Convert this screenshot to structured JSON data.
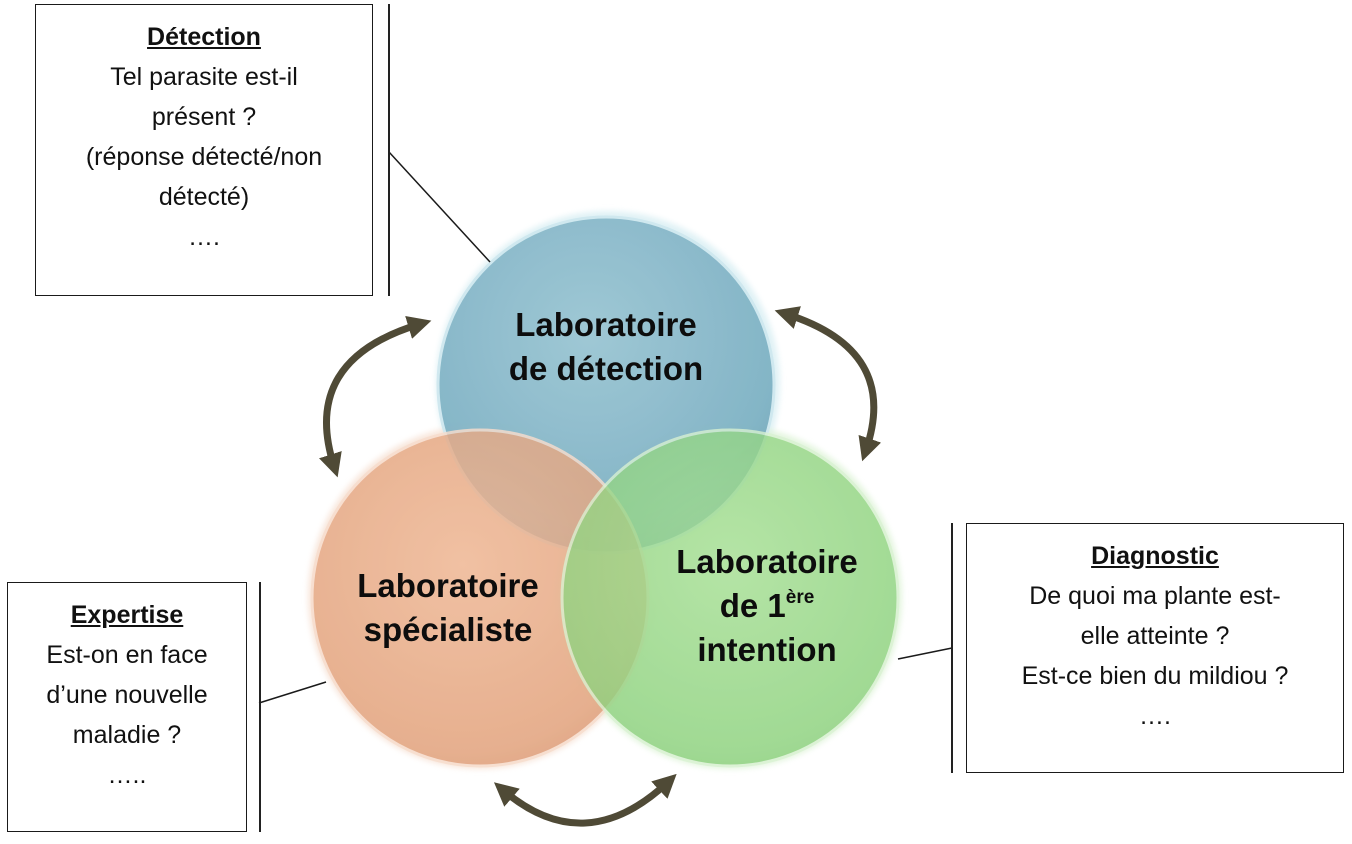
{
  "circles": {
    "detection": {
      "line1": "Laboratoire",
      "line2": "de détection",
      "color": "#7fb2c4"
    },
    "specialiste": {
      "line1": "Laboratoire",
      "line2": "spécialiste",
      "color": "#e3a47f"
    },
    "intention": {
      "line1": "Laboratoire",
      "line2_prefix": "de 1",
      "line2_sup": "ère",
      "line3": "intention",
      "color": "#8ed27f"
    }
  },
  "boxes": {
    "detection": {
      "title": "Détection",
      "lines": [
        "Tel parasite est-il",
        "présent ?",
        "(réponse détecté/non",
        "détecté)",
        "…."
      ]
    },
    "diagnostic": {
      "title": "Diagnostic",
      "lines": [
        "De quoi ma plante est-",
        "elle atteinte  ?",
        "Est-ce bien du mildiou ?",
        "…."
      ]
    },
    "expertise": {
      "title": "Expertise",
      "lines": [
        "Est-on en face",
        "d’une nouvelle",
        "maladie ?",
        "….."
      ]
    }
  },
  "colors": {
    "arrow": "#4f4a36",
    "connector": "#1a1a1a"
  }
}
